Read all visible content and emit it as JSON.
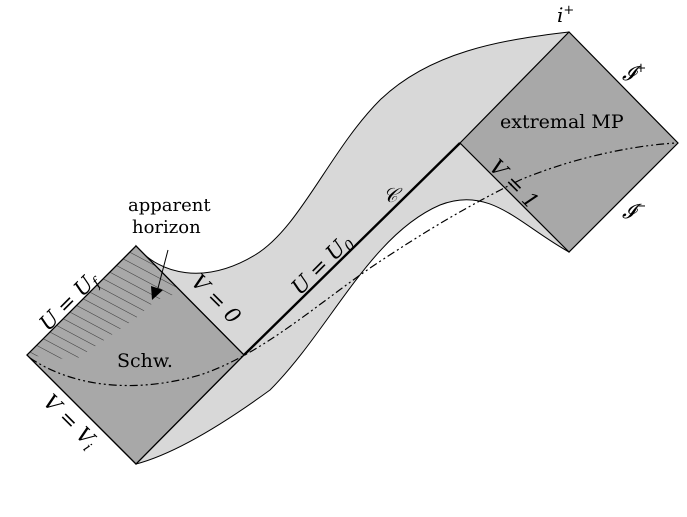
{
  "labels": {
    "i_plus": {
      "main": "i",
      "sup": "+"
    },
    "scri_plus": {
      "main": "𝓘",
      "sup": "+"
    },
    "scri_minus": {
      "main": "𝓘",
      "sup": "−"
    },
    "extremal": "extremal MP",
    "schw": "Schw.",
    "apparent_line1": "apparent",
    "apparent_line2": "horizon",
    "curve_c": "𝒞",
    "u_uf": {
      "lhs": "U",
      "eq": " = ",
      "rhs": "U",
      "sub": "f"
    },
    "u_u0": {
      "lhs": "U",
      "eq": " = ",
      "rhs": "U",
      "sub": "0"
    },
    "v_0": "V = 0",
    "v_1": "V = 1",
    "v_vi": {
      "lhs": "V",
      "eq": " = ",
      "rhs": "V",
      "sub": "i"
    }
  },
  "colors": {
    "fill_dark": "#a8a8a8",
    "fill_light": "#d8d8d8",
    "stroke": "#000000"
  }
}
